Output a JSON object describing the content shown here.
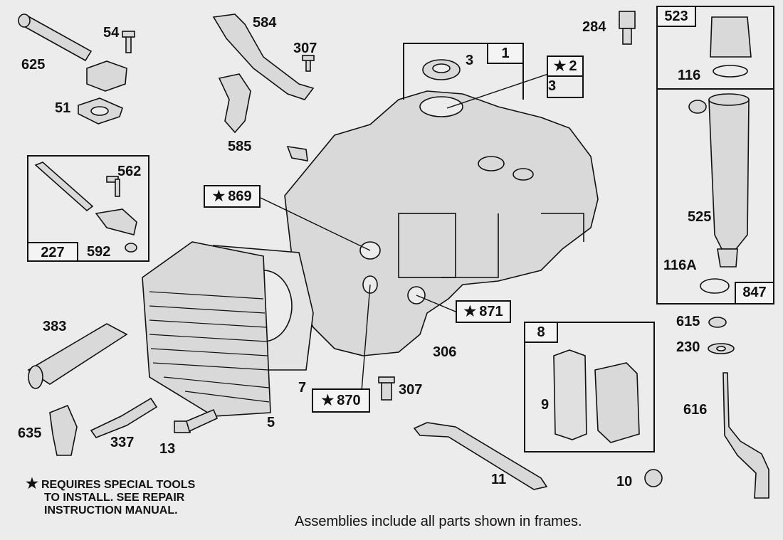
{
  "labels": {
    "l625": "625",
    "l54": "54",
    "l51": "51",
    "l584": "584",
    "l307a": "307",
    "l585": "585",
    "l284": "284",
    "l3a": "3",
    "l3b": "3",
    "l562": "562",
    "l592": "592",
    "l383": "383",
    "l635": "635",
    "l337": "337",
    "l13": "13",
    "l5": "5",
    "l7": "7",
    "l306": "306",
    "l307b": "307",
    "l9": "9",
    "l11": "11",
    "l10": "10",
    "l116": "116",
    "l525": "525",
    "l116a": "116A",
    "l615": "615",
    "l230": "230",
    "l616": "616"
  },
  "tags": {
    "t1": "1",
    "t2": "2",
    "t227": "227",
    "t523": "523",
    "t847": "847",
    "t8": "8",
    "t869": "869",
    "t871": "871",
    "t870": "870"
  },
  "star_glyph": "★",
  "note": {
    "line1": "REQUIRES SPECIAL TOOLS",
    "line2": "TO INSTALL.  SEE REPAIR",
    "line3": "INSTRUCTION MANUAL."
  },
  "caption": "Assemblies include all parts shown in frames."
}
